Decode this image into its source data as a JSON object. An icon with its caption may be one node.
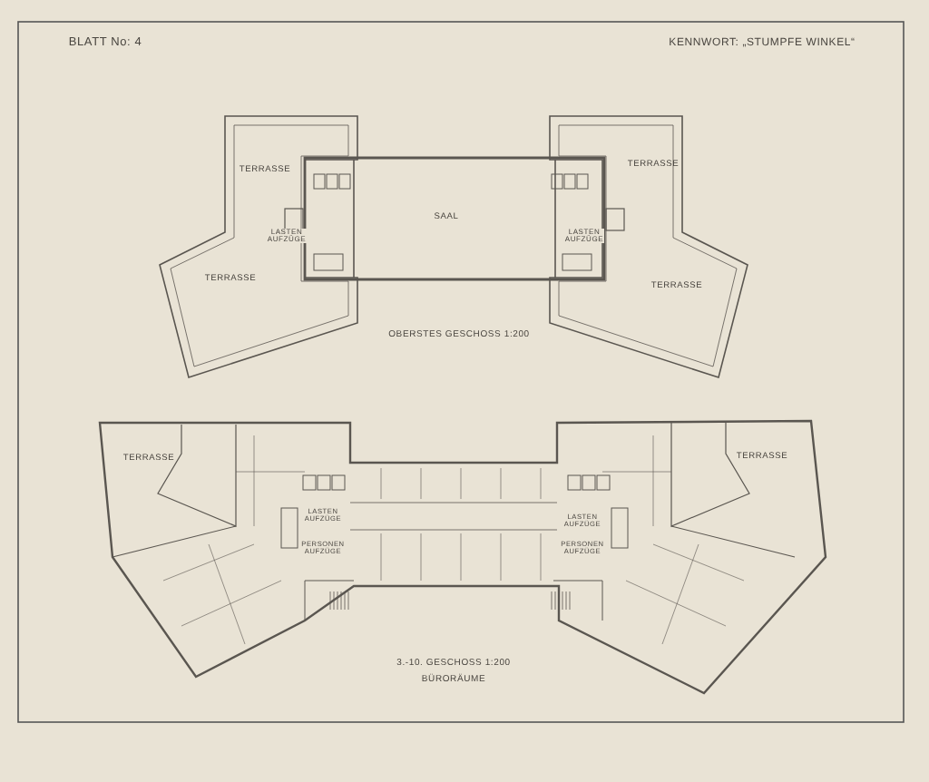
{
  "diagram": {
    "labels": [
      "BLATT No: 4",
      "KENNWORT: „STUMPFE WINKEL“",
      "TERRASSE",
      "TERRASSE",
      "LASTEN AUFZÜGE",
      "SAAL",
      "LASTEN AUFZÜGE",
      "TERRASSE",
      "TERRASSE",
      "OBERSTES GESCHOSS 1:200",
      "TERRASSE",
      "TERRASSE",
      "LASTEN AUFZÜGE",
      "PERSONEN AUFZÜGE",
      "LASTEN AUFZÜGE",
      "PERSONEN AUFZÜGE",
      "3.-10. GESCHOSS 1:200",
      "BÜRORÄUME"
    ]
  }
}
